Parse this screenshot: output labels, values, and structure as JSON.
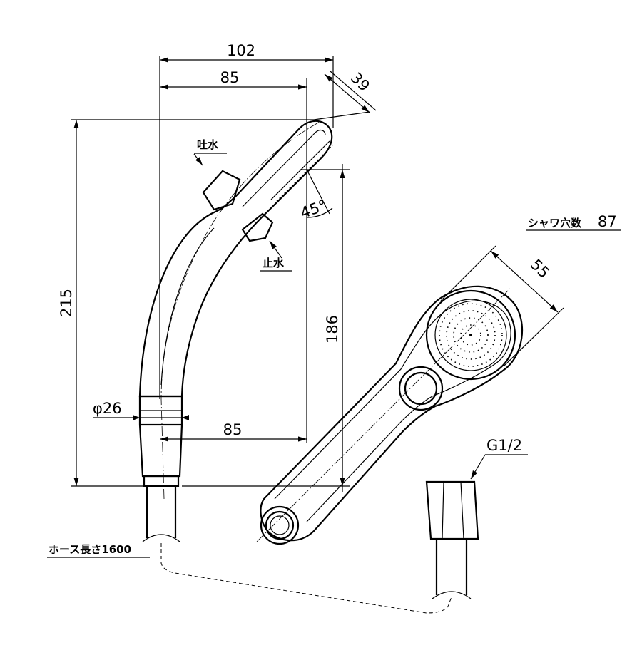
{
  "dimensions": {
    "overall_width": "102",
    "width_to_spray": "85",
    "head_thickness": "39",
    "overall_height": "215",
    "height_to_spray": "186",
    "grip_diameter": "φ26",
    "grip_offset": "85",
    "face_diameter": "55",
    "spray_angle": "45°"
  },
  "labels": {
    "water_out": "吐水",
    "water_stop": "止水",
    "spray_holes": "シャワ穴数",
    "spray_holes_count": "87",
    "thread": "G1/2",
    "hose_length": "ホース長さ1600"
  }
}
